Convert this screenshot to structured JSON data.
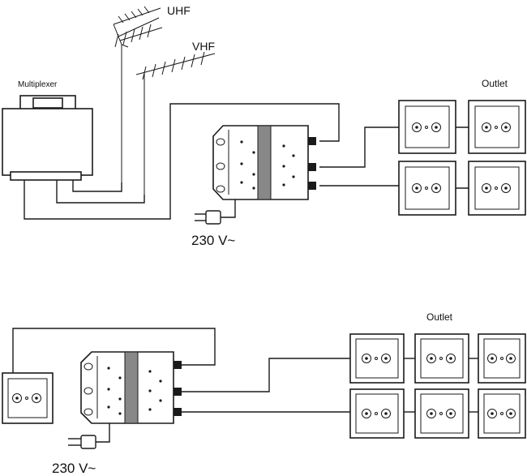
{
  "top_diagram": {
    "antenna_uhf_label": "UHF",
    "antenna_vhf_label": "VHF",
    "multiplexer_label": "Multiplexer",
    "outlet_label": "Outlet",
    "power_label": "230  V~"
  },
  "bottom_diagram": {
    "outlet_label": "Outlet",
    "power_label": "230  V~"
  },
  "colors": {
    "line": "#1a1a1a",
    "background": "#ffffff"
  }
}
